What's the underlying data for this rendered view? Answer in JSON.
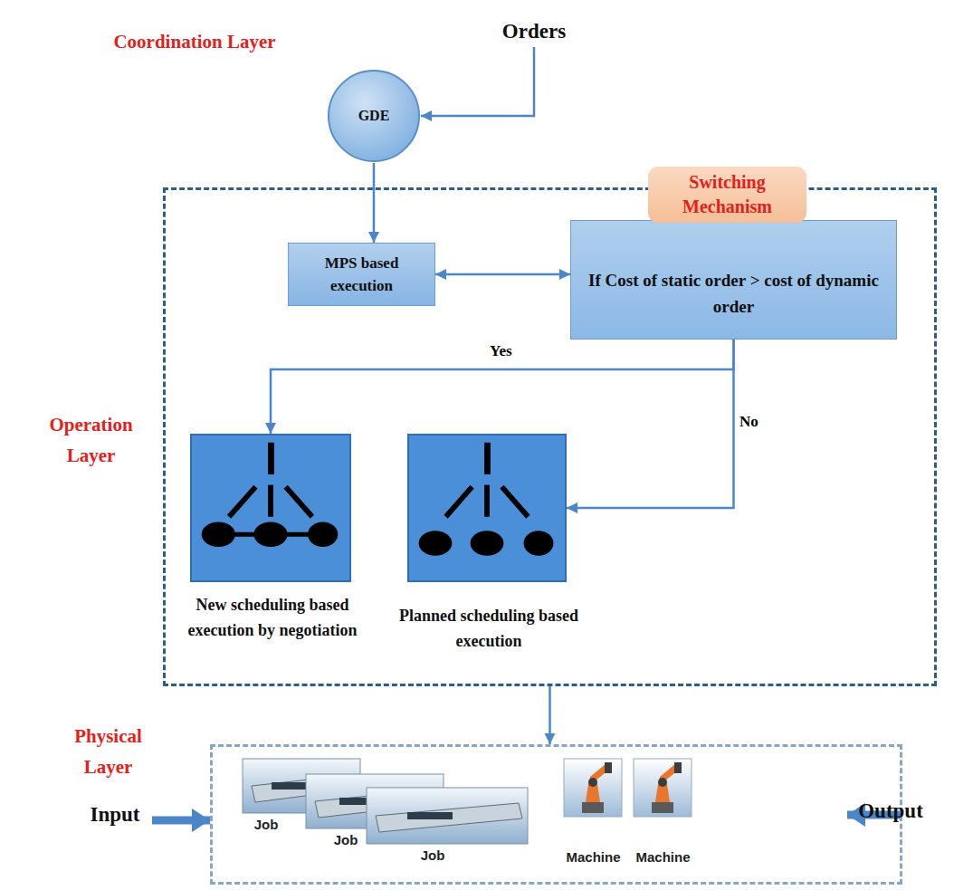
{
  "diagram": {
    "nodes": [
      {
        "text": [
          "Orders"
        ]
      },
      {
        "text": [
          "GDE"
        ]
      },
      {
        "text": [
          "Operation Layer"
        ]
      },
      {
        "text": [
          "MPS based execution"
        ],
        "in": 2
      },
      {
        "text": [
          "Switching Mechanism",
          "If Cost of static order > cost of dynamic order"
        ],
        "in": 2
      },
      {
        "text": [
          "New scheduling based execution by negotiation"
        ],
        "in": 2
      },
      {
        "text": [
          "Planned scheduling based execution"
        ],
        "in": 2
      },
      {
        "text": [
          "Physical Layer"
        ]
      },
      {
        "text": [
          "Input"
        ]
      },
      {
        "text": [
          "Output"
        ]
      }
    ],
    "edges": [
      {
        "from": 0,
        "to": 1,
        "arrow": "to"
      },
      {
        "from": 1,
        "to": 3,
        "arrow": "to"
      },
      {
        "from": 3,
        "to": 4,
        "arrow": "both"
      },
      {
        "from": 4,
        "to": 5,
        "label": "Yes",
        "arrow": "to"
      },
      {
        "from": 4,
        "to": 6,
        "label": "No",
        "arrow": "to"
      },
      {
        "from": 2,
        "to": 7,
        "arrow": "to"
      },
      {
        "from": 8,
        "to": 7,
        "arrow": "to"
      },
      {
        "from": 7,
        "to": 9,
        "arrow": "to"
      }
    ],
    "labels": [
      "Coordination Layer",
      "Job",
      "Job",
      "Job",
      "Machine",
      "Machine"
    ]
  }
}
